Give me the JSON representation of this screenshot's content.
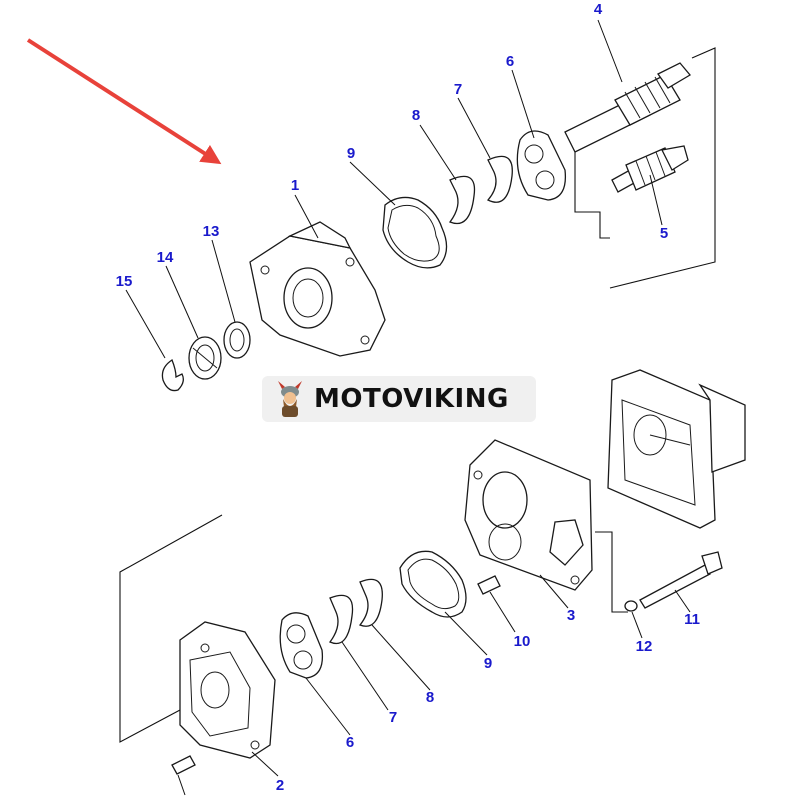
{
  "brand": {
    "name": "MOTOVIKING",
    "mark_icon": "viking-mascot-icon"
  },
  "colors": {
    "label": "#1a1acc",
    "arrow": "#e8423a",
    "line": "#111111",
    "logo_bg": "#f0f0f0"
  },
  "labels": {
    "p1": "1",
    "p2": "2",
    "p3": "3",
    "p4": "4",
    "p5": "5",
    "p6_top": "6",
    "p6_bottom": "6",
    "p7_top": "7",
    "p7_bottom": "7",
    "p8_top": "8",
    "p8_bottom": "8",
    "p9_top": "9",
    "p9_bottom": "9",
    "p10": "10",
    "p11": "11",
    "p12": "12",
    "p13": "13",
    "p14": "14",
    "p15": "15"
  }
}
